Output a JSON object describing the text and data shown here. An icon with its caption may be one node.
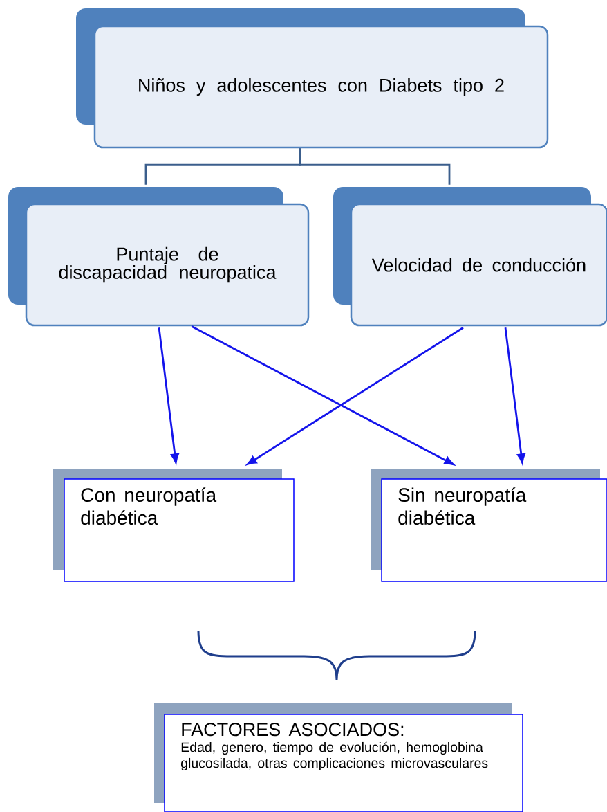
{
  "diagram": {
    "nodes": [
      {
        "text": [
          "Niños y adolescentes con Diabets tipo 2"
        ]
      },
      {
        "text": [
          "Puntaje de discapacidad neuropatica"
        ]
      },
      {
        "text": [
          "Velocidad de conducción"
        ]
      },
      {
        "text": [
          "Con neuropatía diabética"
        ]
      },
      {
        "text": [
          "Sin neuropatía diabética"
        ]
      },
      {
        "text": [
          "FACTORES ASOCIADOS:",
          "Edad, genero, tiempo de evolución, hemoglobina glucosilada, otras complicaciones microvasculares"
        ]
      }
    ],
    "edges": [
      {
        "from": 0,
        "to": 1,
        "arrow": "none",
        "color": "#3b5e8c"
      },
      {
        "from": 0,
        "to": 2,
        "arrow": "none",
        "color": "#3b5e8c"
      },
      {
        "from": 1,
        "to": 3,
        "arrow": "to"
      },
      {
        "from": 1,
        "to": 4,
        "arrow": "to"
      },
      {
        "from": 2,
        "to": 3,
        "arrow": "to"
      },
      {
        "from": 2,
        "to": 4,
        "arrow": "to"
      }
    ]
  }
}
